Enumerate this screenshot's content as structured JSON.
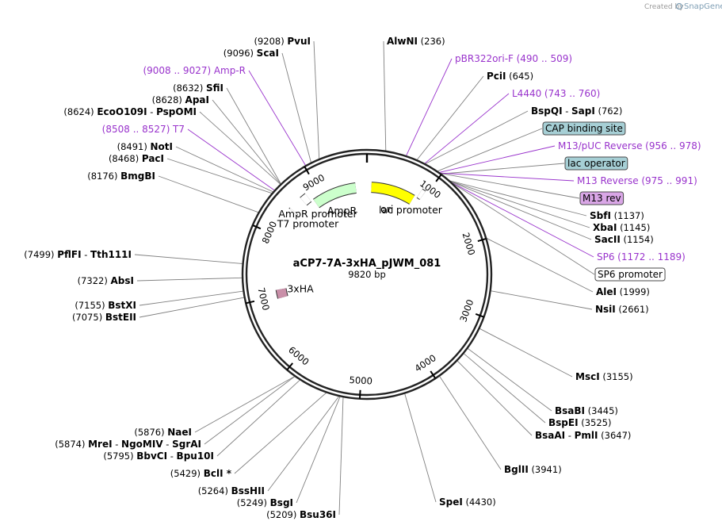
{
  "credit": {
    "created_by": "Created by",
    "brand": "SnapGene"
  },
  "plasmid": {
    "name": "aCP7-7A-3xHA_pJWM_081",
    "length_label": "9820 bp",
    "length": 9820
  },
  "ticks": [
    {
      "pos": 1000,
      "label": "1000"
    },
    {
      "pos": 2000,
      "label": "2000"
    },
    {
      "pos": 3000,
      "label": "3000"
    },
    {
      "pos": 4000,
      "label": "4000"
    },
    {
      "pos": 5000,
      "label": "5000"
    },
    {
      "pos": 6000,
      "label": "6000"
    },
    {
      "pos": 7000,
      "label": "7000"
    },
    {
      "pos": 8000,
      "label": "8000"
    },
    {
      "pos": 9000,
      "label": "9000"
    }
  ],
  "labels": [
    {
      "id": "pvui",
      "pos": 9208,
      "parts": [
        [
          "(9208)",
          "pos"
        ],
        [
          "  ",
          "gap"
        ],
        [
          "PvuI",
          "name"
        ]
      ],
      "color": "#808080"
    },
    {
      "id": "scai",
      "pos": 9096,
      "parts": [
        [
          "(9096)",
          "pos"
        ],
        [
          "  ",
          "gap"
        ],
        [
          "ScaI",
          "name"
        ]
      ],
      "color": "#808080"
    },
    {
      "id": "ampr-primer",
      "pos": 9018,
      "parts": [
        [
          "(9008 .. 9027)",
          "primer"
        ],
        [
          "  ",
          "gap"
        ],
        [
          "Amp-R",
          "primer"
        ]
      ],
      "color": "#9933cc"
    },
    {
      "id": "sfii",
      "pos": 8632,
      "parts": [
        [
          "(8632)",
          "pos"
        ],
        [
          "  ",
          "gap"
        ],
        [
          "SfiI",
          "name"
        ]
      ],
      "color": "#808080"
    },
    {
      "id": "apai",
      "pos": 8628,
      "parts": [
        [
          "(8628)",
          "pos"
        ],
        [
          "  ",
          "gap"
        ],
        [
          "ApaI",
          "name"
        ]
      ],
      "color": "#808080"
    },
    {
      "id": "ecoo109i",
      "pos": 8624,
      "parts": [
        [
          "(8624)",
          "pos"
        ],
        [
          "  ",
          "gap"
        ],
        [
          "EcoO109I",
          "name"
        ],
        [
          "  -  ",
          "gap"
        ],
        [
          "PspOMI",
          "name"
        ]
      ],
      "color": "#808080"
    },
    {
      "id": "t7-primer",
      "pos": 8517,
      "parts": [
        [
          "(8508 .. 8527)",
          "primer"
        ],
        [
          "  ",
          "gap"
        ],
        [
          "T7",
          "primer"
        ]
      ],
      "color": "#9933cc"
    },
    {
      "id": "noti",
      "pos": 8491,
      "parts": [
        [
          "(8491)",
          "pos"
        ],
        [
          "  ",
          "gap"
        ],
        [
          "NotI",
          "name"
        ]
      ],
      "color": "#808080"
    },
    {
      "id": "paci",
      "pos": 8468,
      "parts": [
        [
          "(8468)",
          "pos"
        ],
        [
          "  ",
          "gap"
        ],
        [
          "PacI",
          "name"
        ]
      ],
      "color": "#808080"
    },
    {
      "id": "bmgbi",
      "pos": 8176,
      "parts": [
        [
          "(8176)",
          "pos"
        ],
        [
          "  ",
          "gap"
        ],
        [
          "BmgBI",
          "name"
        ]
      ],
      "color": "#808080"
    },
    {
      "id": "pflfi",
      "pos": 7499,
      "parts": [
        [
          "(7499)",
          "pos"
        ],
        [
          "  ",
          "gap"
        ],
        [
          "PflFI",
          "name"
        ],
        [
          "  -  ",
          "gap"
        ],
        [
          "Tth111I",
          "name"
        ]
      ],
      "color": "#808080"
    },
    {
      "id": "absi",
      "pos": 7322,
      "parts": [
        [
          "(7322)",
          "pos"
        ],
        [
          "  ",
          "gap"
        ],
        [
          "AbsI",
          "name"
        ]
      ],
      "color": "#808080"
    },
    {
      "id": "bstxi",
      "pos": 7155,
      "parts": [
        [
          "(7155)",
          "pos"
        ],
        [
          "  ",
          "gap"
        ],
        [
          "BstXI",
          "name"
        ]
      ],
      "color": "#808080"
    },
    {
      "id": "bsteii",
      "pos": 7075,
      "parts": [
        [
          "(7075)",
          "pos"
        ],
        [
          "  ",
          "gap"
        ],
        [
          "BstEII",
          "name"
        ]
      ],
      "color": "#808080"
    },
    {
      "id": "naei",
      "pos": 5876,
      "parts": [
        [
          "(5876)",
          "pos"
        ],
        [
          "  ",
          "gap"
        ],
        [
          "NaeI",
          "name"
        ]
      ],
      "color": "#808080"
    },
    {
      "id": "krei",
      "pos": 5874,
      "parts": [
        [
          "(5874)",
          "pos"
        ],
        [
          "  ",
          "gap"
        ],
        [
          "MreI",
          "name"
        ],
        [
          "  -  ",
          "gap"
        ],
        [
          "NgoMIV",
          "name"
        ],
        [
          "  -  ",
          "gap"
        ],
        [
          "SgrAI",
          "name"
        ]
      ],
      "color": "#808080"
    },
    {
      "id": "bbvci",
      "pos": 5795,
      "parts": [
        [
          "(5795)",
          "pos"
        ],
        [
          "  ",
          "gap"
        ],
        [
          "BbvCI",
          "name"
        ],
        [
          "  -  ",
          "gap"
        ],
        [
          "Bpu10I",
          "name"
        ]
      ],
      "color": "#808080"
    },
    {
      "id": "bcli",
      "pos": 5429,
      "parts": [
        [
          "(5429)",
          "pos"
        ],
        [
          "  ",
          "gap"
        ],
        [
          "BclI *",
          "name"
        ]
      ],
      "color": "#808080"
    },
    {
      "id": "bsshii",
      "pos": 5264,
      "parts": [
        [
          "(5264)",
          "pos"
        ],
        [
          "  ",
          "gap"
        ],
        [
          "BssHII",
          "name"
        ]
      ],
      "color": "#808080"
    },
    {
      "id": "bsgi",
      "pos": 5249,
      "parts": [
        [
          "(5249)",
          "pos"
        ],
        [
          "  ",
          "gap"
        ],
        [
          "BsgI",
          "name"
        ]
      ],
      "color": "#808080"
    },
    {
      "id": "bsu36i",
      "pos": 5209,
      "parts": [
        [
          "(5209)",
          "pos"
        ],
        [
          "  ",
          "gap"
        ],
        [
          "Bsu36I",
          "name"
        ]
      ],
      "color": "#808080"
    },
    {
      "id": "alwni",
      "pos": 236,
      "parts": [
        [
          "AlwNI",
          "name"
        ],
        [
          "   ",
          "gap"
        ],
        [
          "(236)",
          "pos"
        ]
      ],
      "color": "#808080"
    },
    {
      "id": "pbr322ori-f",
      "pos": 500,
      "parts": [
        [
          "pBR322ori-F",
          "primer"
        ],
        [
          "   ",
          "gap"
        ],
        [
          "(490 .. 509)",
          "primer"
        ]
      ],
      "color": "#9933cc"
    },
    {
      "id": "pcii",
      "pos": 645,
      "parts": [
        [
          "PciI",
          "name"
        ],
        [
          "   ",
          "gap"
        ],
        [
          "(645)",
          "pos"
        ]
      ],
      "color": "#808080"
    },
    {
      "id": "l4440",
      "pos": 752,
      "parts": [
        [
          "L4440",
          "primer"
        ],
        [
          "   ",
          "gap"
        ],
        [
          "(743 .. 760)",
          "primer"
        ]
      ],
      "color": "#9933cc"
    },
    {
      "id": "bspqi",
      "pos": 762,
      "parts": [
        [
          "BspQI",
          "name"
        ],
        [
          "  -  ",
          "gap"
        ],
        [
          "SapI",
          "name"
        ],
        [
          "   ",
          "gap"
        ],
        [
          "(762)",
          "pos"
        ]
      ],
      "color": "#808080"
    },
    {
      "id": "cap-site",
      "pos": 940,
      "parts": [
        [
          "CAP binding site",
          "feat"
        ]
      ],
      "color": "#808080",
      "box": {
        "fill": "#a6cfd5",
        "stroke": "#4a4a4a"
      }
    },
    {
      "id": "m13puc",
      "pos": 967,
      "parts": [
        [
          "M13/pUC Reverse",
          "primer"
        ],
        [
          "   ",
          "gap"
        ],
        [
          "(956 .. 978)",
          "primer"
        ]
      ],
      "color": "#9933cc"
    },
    {
      "id": "lac-op",
      "pos": 1000,
      "parts": [
        [
          "lac operator",
          "feat"
        ]
      ],
      "color": "#808080",
      "box": {
        "fill": "#a6cfd5",
        "stroke": "#4a4a4a"
      }
    },
    {
      "id": "m13rev",
      "pos": 983,
      "parts": [
        [
          "M13 Reverse",
          "primer"
        ],
        [
          "   ",
          "gap"
        ],
        [
          "(975 .. 991)",
          "primer"
        ]
      ],
      "color": "#9933cc"
    },
    {
      "id": "m13rev-feat",
      "pos": 990,
      "parts": [
        [
          "M13 rev",
          "feat"
        ]
      ],
      "color": "#808080",
      "box": {
        "fill": "#d9a6e6",
        "stroke": "#4a4a4a"
      }
    },
    {
      "id": "sbfi",
      "pos": 1137,
      "parts": [
        [
          "SbfI",
          "name"
        ],
        [
          "   ",
          "gap"
        ],
        [
          "(1137)",
          "pos"
        ]
      ],
      "color": "#808080"
    },
    {
      "id": "xbai",
      "pos": 1145,
      "parts": [
        [
          "XbaI",
          "name"
        ],
        [
          "   ",
          "gap"
        ],
        [
          "(1145)",
          "pos"
        ]
      ],
      "color": "#808080"
    },
    {
      "id": "sacii",
      "pos": 1154,
      "parts": [
        [
          "SacII",
          "name"
        ],
        [
          "   ",
          "gap"
        ],
        [
          "(1154)",
          "pos"
        ]
      ],
      "color": "#808080"
    },
    {
      "id": "sp6",
      "pos": 1180,
      "parts": [
        [
          "SP6",
          "primer"
        ],
        [
          "   ",
          "gap"
        ],
        [
          "(1172 .. 1189)",
          "primer"
        ]
      ],
      "color": "#9933cc"
    },
    {
      "id": "sp6-prom",
      "pos": 1190,
      "parts": [
        [
          "SP6 promoter",
          "feat"
        ]
      ],
      "color": "#808080",
      "box": {
        "fill": "#ffffff",
        "stroke": "#4a4a4a"
      }
    },
    {
      "id": "alei",
      "pos": 1999,
      "parts": [
        [
          "AleI",
          "name"
        ],
        [
          "   ",
          "gap"
        ],
        [
          "(1999)",
          "pos"
        ]
      ],
      "color": "#808080"
    },
    {
      "id": "nsii",
      "pos": 2661,
      "parts": [
        [
          "NsiI",
          "name"
        ],
        [
          "   ",
          "gap"
        ],
        [
          "(2661)",
          "pos"
        ]
      ],
      "color": "#808080"
    },
    {
      "id": "msci",
      "pos": 3155,
      "parts": [
        [
          "MscI",
          "name"
        ],
        [
          "   ",
          "gap"
        ],
        [
          "(3155)",
          "pos"
        ]
      ],
      "color": "#808080"
    },
    {
      "id": "bsabi",
      "pos": 3445,
      "parts": [
        [
          "BsaBI",
          "name"
        ],
        [
          "   ",
          "gap"
        ],
        [
          "(3445)",
          "pos"
        ]
      ],
      "color": "#808080"
    },
    {
      "id": "bspei",
      "pos": 3525,
      "parts": [
        [
          "BspEI",
          "name"
        ],
        [
          "   ",
          "gap"
        ],
        [
          "(3525)",
          "pos"
        ]
      ],
      "color": "#808080"
    },
    {
      "id": "bsaai",
      "pos": 3647,
      "parts": [
        [
          "BsaAI",
          "name"
        ],
        [
          "  -  ",
          "gap"
        ],
        [
          "PmlI",
          "name"
        ],
        [
          "   ",
          "gap"
        ],
        [
          "(3647)",
          "pos"
        ]
      ],
      "color": "#808080"
    },
    {
      "id": "bglii",
      "pos": 3941,
      "parts": [
        [
          "BglII",
          "name"
        ],
        [
          "   ",
          "gap"
        ],
        [
          "(3941)",
          "pos"
        ]
      ],
      "color": "#808080"
    },
    {
      "id": "spei",
      "pos": 4430,
      "parts": [
        [
          "SpeI",
          "name"
        ],
        [
          "   ",
          "gap"
        ],
        [
          "(4430)",
          "pos"
        ]
      ],
      "color": "#808080"
    }
  ],
  "features": [
    {
      "id": "ori",
      "label": "ori",
      "start": 9900,
      "end": 850,
      "fill": "#ffff00",
      "arrow": true
    },
    {
      "id": "ampr",
      "label": "AmpR",
      "start": 8850,
      "end": 9620,
      "fill": "#ccffcc",
      "arrow": true,
      "reverse": true
    },
    {
      "id": "ampr-promoter",
      "label": "AmpR promoter",
      "start": 8700,
      "end": 8800,
      "fill": "#ffffff",
      "arrow": false
    },
    {
      "id": "lac-promoter",
      "label": "lac promoter",
      "start": 900,
      "end": 960,
      "fill": "#ffffff",
      "arrow": false
    },
    {
      "id": "t7-promoter",
      "label": "T7 promoter",
      "start": 8460,
      "end": 8480,
      "fill": "#ffffff",
      "arrow": false
    },
    {
      "id": "3xha",
      "label": "3xHA",
      "start": 6950,
      "end": 7100,
      "fill": "#c98fa8",
      "arrow": true
    }
  ]
}
